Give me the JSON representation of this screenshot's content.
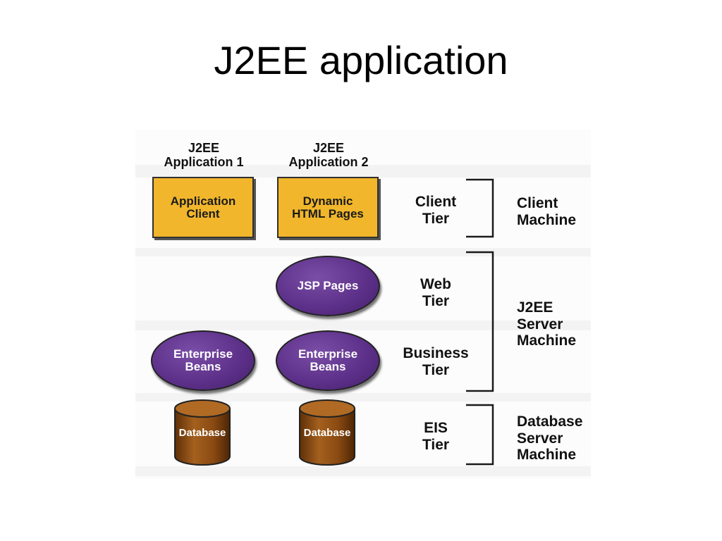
{
  "title": "J2EE application",
  "columns": [
    {
      "line1": "J2EE",
      "line2": "Application 1"
    },
    {
      "line1": "J2EE",
      "line2": "Application 2"
    }
  ],
  "nodes": {
    "app_client": {
      "line1": "Application",
      "line2": "Client"
    },
    "dynamic_html": {
      "line1": "Dynamic",
      "line2": "HTML Pages"
    },
    "jsp_pages": "JSP Pages",
    "beans_1": {
      "line1": "Enterprise",
      "line2": "Beans"
    },
    "beans_2": {
      "line1": "Enterprise",
      "line2": "Beans"
    },
    "database_1": "Database",
    "database_2": "Database"
  },
  "tiers": {
    "client": {
      "line1": "Client",
      "line2": "Tier"
    },
    "web": {
      "line1": "Web",
      "line2": "Tier"
    },
    "business": {
      "line1": "Business",
      "line2": "Tier"
    },
    "eis": {
      "line1": "EIS",
      "line2": "Tier"
    }
  },
  "machines": {
    "client": {
      "line1": "Client",
      "line2": "Machine"
    },
    "server": {
      "line1": "J2EE",
      "line2": "Server",
      "line3": "Machine"
    },
    "database": {
      "line1": "Database",
      "line2": "Server",
      "line3": "Machine"
    }
  },
  "colors": {
    "box_fill": "#f1b62b",
    "oval_fill": "#5b2f87",
    "database_fill": "#8a4a12"
  }
}
